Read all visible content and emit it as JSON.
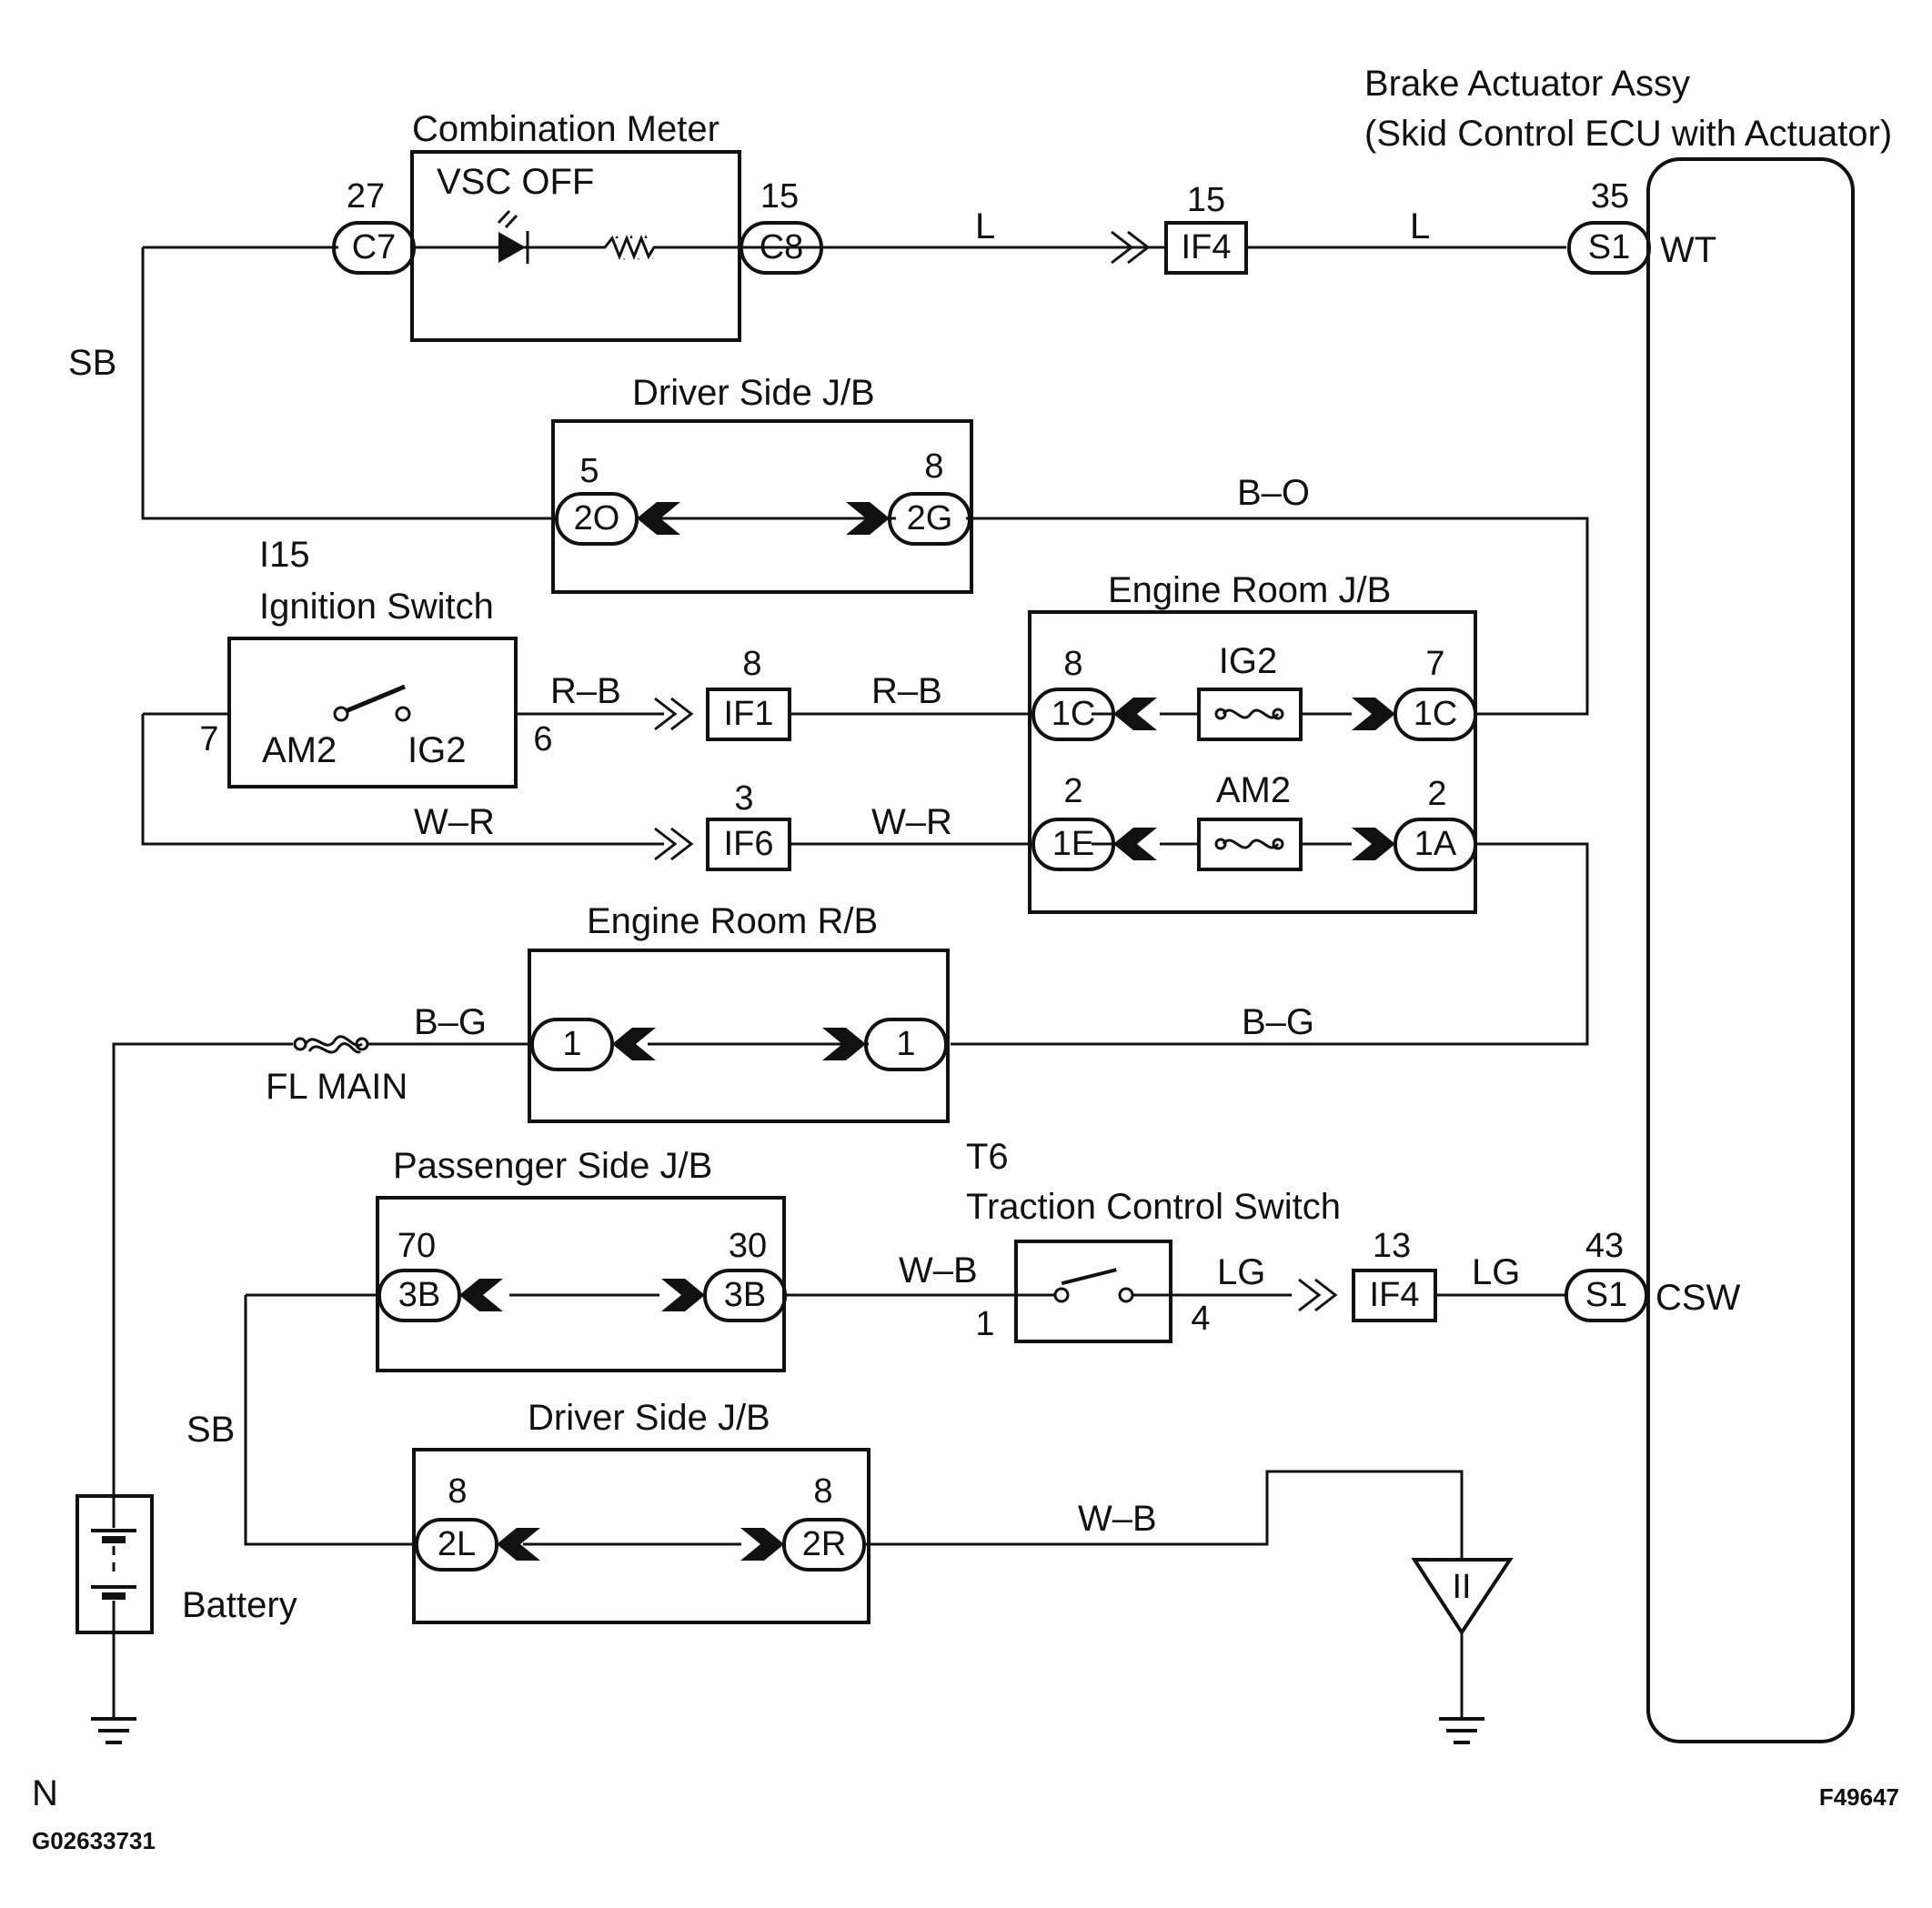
{
  "diagram_texts": {
    "brake_actuator_title_1": "Brake Actuator Assy",
    "brake_actuator_title_2": "(Skid Control ECU with Actuator)",
    "combination_meter": "Combination Meter",
    "vsc_off": "VSC OFF",
    "driver_side_jb_top": "Driver Side J/B",
    "i15": "I15",
    "ignition_switch": "Ignition Switch",
    "engine_room_jb": "Engine Room J/B",
    "engine_room_rb": "Engine Room R/B",
    "fl_main": "FL MAIN",
    "t6": "T6",
    "traction_control_switch": "Traction Control Switch",
    "passenger_side_jb": "Passenger Side J/B",
    "driver_side_jb_bottom": "Driver Side J/B",
    "battery": "Battery",
    "wt": "WT",
    "csw": "CSW",
    "am2_sw": "AM2",
    "ig2_sw": "IG2",
    "fuse_ig2": "IG2",
    "fuse_am2": "AM2",
    "page_n": "N",
    "code_left": "G02633731",
    "code_right": "F49647"
  },
  "wire_colors": {
    "sb_top": "SB",
    "sb_bottom": "SB",
    "l1": "L",
    "l2": "L",
    "bo": "B–O",
    "rb1": "R–B",
    "rb2": "R–B",
    "wr1": "W–R",
    "wr2": "W–R",
    "bg1": "B–G",
    "bg2": "B–G",
    "wb1": "W–B",
    "wb2": "W–B",
    "lg1": "LG",
    "lg2": "LG"
  },
  "connectors": {
    "c7": "C7",
    "c8": "C8",
    "if4_top": "IF4",
    "s1_top": "S1",
    "jb_2o": "2O",
    "jb_2g": "2G",
    "if1": "IF1",
    "if6": "IF6",
    "er_1c_left": "1C",
    "er_1c_right": "1C",
    "er_1e": "1E",
    "er_1a": "1A",
    "rb_1_left": "1",
    "rb_1_right": "1",
    "p_3b_left": "3B",
    "p_3b_right": "3B",
    "if4_bottom": "IF4",
    "s1_bottom": "S1",
    "d_2l": "2L",
    "d_2r": "2R",
    "ground_ii": "II"
  },
  "pins": {
    "c7": "27",
    "c8": "15",
    "if4_top": "15",
    "s1_top": "35",
    "jb_2o": "5",
    "jb_2g": "8",
    "ign_in": "7",
    "ign_out": "6",
    "if1": "8",
    "if6": "3",
    "er_1c_left": "8",
    "er_1c_right": "7",
    "er_1e": "2",
    "er_1a": "2",
    "p_3b_left": "70",
    "p_3b_right": "30",
    "tc_in": "1",
    "tc_out": "4",
    "if4_bottom": "13",
    "s1_bottom": "43",
    "d_2l": "8",
    "d_2r": "8"
  }
}
